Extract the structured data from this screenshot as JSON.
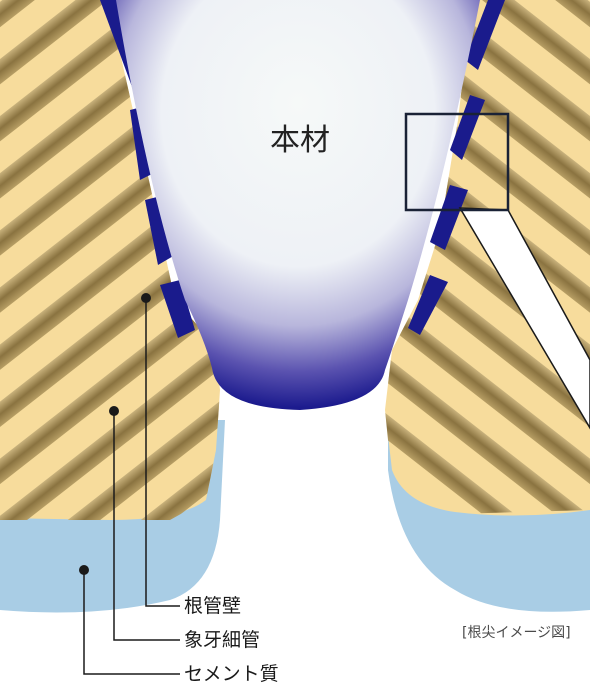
{
  "title": "本材",
  "labels": {
    "root_canal_wall": "根管壁",
    "dentinal_tubule": "象牙細管",
    "cementum": "セメント質"
  },
  "caption": "[根尖イメージ図]",
  "colors": {
    "cementum": "#a9cde5",
    "dentin": "#f7dc9c",
    "tubule": "#8a7340",
    "canal_edge": "#1a1b8c",
    "material_core": "#f4f8f8",
    "ink": "#1a1a1a"
  }
}
